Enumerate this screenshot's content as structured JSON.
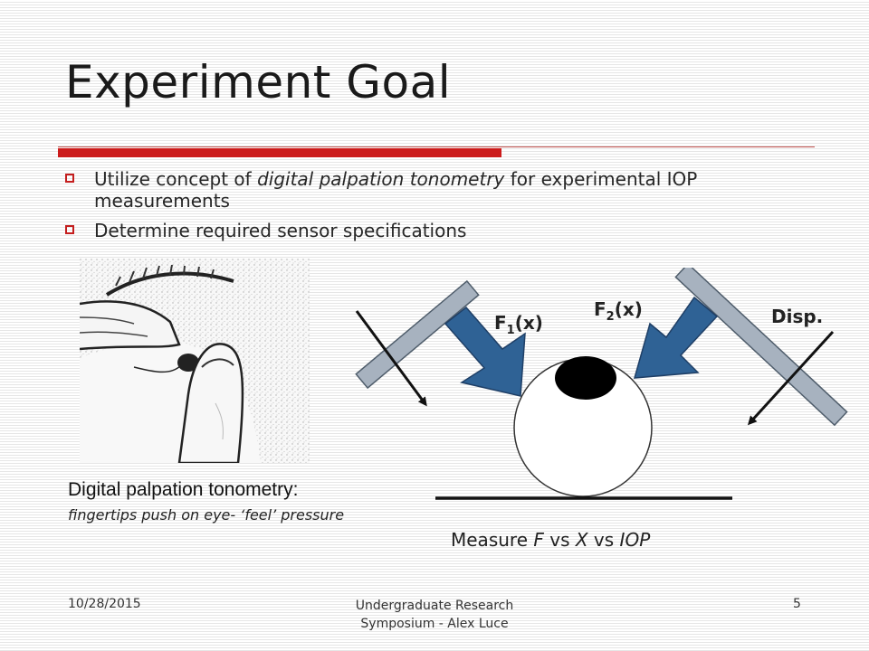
{
  "slide": {
    "title": "Experiment Goal"
  },
  "bullets": [
    {
      "before": "Utilize concept of ",
      "italic": "digital palpation tonometry",
      "after": " for experimental IOP measurements"
    },
    {
      "text": "Determine required sensor specifications"
    }
  ],
  "figure_left": {
    "caption_title": "Digital palpation tonometry:",
    "caption_text": "fingertips push on eye- ‘feel’ pressure"
  },
  "diagram": {
    "f1_main": "F",
    "f1_sub": "1",
    "f1_suffix": "(x)",
    "f2_main": "F",
    "f2_sub": "2",
    "f2_suffix": "(x)",
    "disp_label": "Disp.",
    "measure_prefix": "Measure ",
    "measure_f": "F",
    "measure_vs1": " vs ",
    "measure_x": "X",
    "measure_vs2": " vs ",
    "measure_iop": "IOP"
  },
  "colors": {
    "accent_red": "#cc1b1b",
    "arrow_blue": "#2f6295",
    "plate_gray": "#a7b2bf"
  },
  "footer": {
    "date": "10/28/2015",
    "center_line1": "Undergraduate Research",
    "center_line2": "Symposium - Alex Luce",
    "page": "5"
  }
}
